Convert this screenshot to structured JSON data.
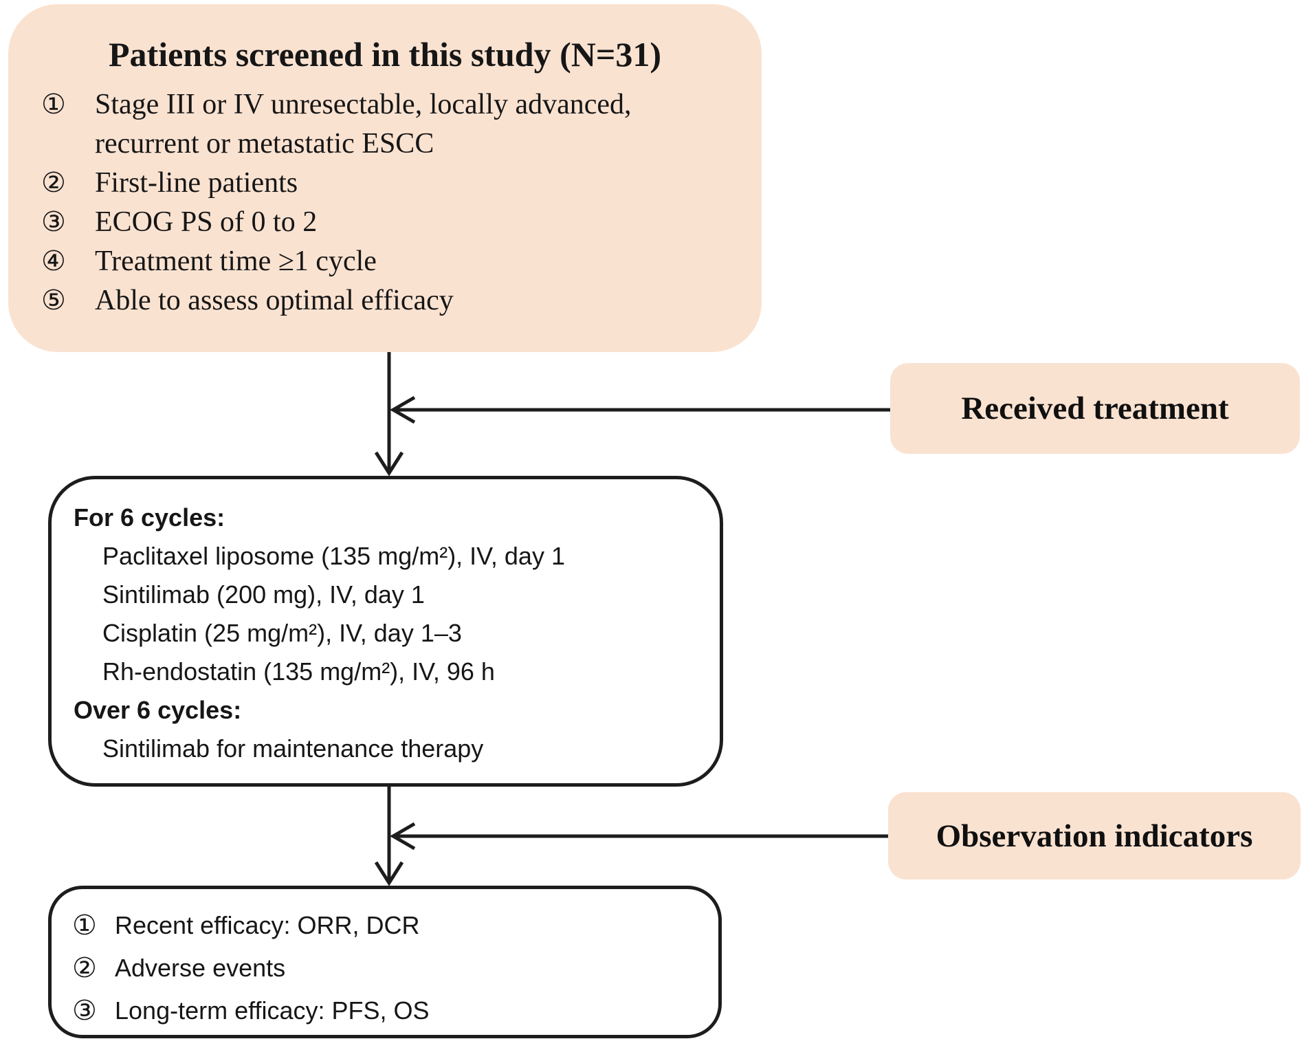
{
  "colors": {
    "box_fill": "#fae2d1",
    "line": "#1d1d1d",
    "text": "#161616"
  },
  "screening_box": {
    "title": "Patients screened in this study (N=31)",
    "items": [
      {
        "marker": "①",
        "text": "Stage III or IV unresectable, locally advanced, recurrent or metastatic ESCC"
      },
      {
        "marker": "②",
        "text": "First-line patients"
      },
      {
        "marker": "③",
        "text": "ECOG PS of 0 to 2"
      },
      {
        "marker": "④",
        "text": "Treatment time ≥1 cycle"
      },
      {
        "marker": "⑤",
        "text": "Able to assess optimal efficacy"
      }
    ]
  },
  "side_labels": {
    "received_treatment": "Received treatment",
    "observation_indicators": "Observation indicators"
  },
  "treatment_box": {
    "sections": [
      {
        "heading": "For 6 cycles:",
        "items": [
          "Paclitaxel liposome (135 mg/m²), IV, day 1",
          "Sintilimab (200 mg), IV, day 1",
          "Cisplatin (25 mg/m²), IV, day 1–3",
          "Rh-endostatin (135 mg/m²), IV, 96 h"
        ]
      },
      {
        "heading": "Over 6 cycles:",
        "items": [
          "Sintilimab for maintenance therapy"
        ]
      }
    ]
  },
  "indicators_box": {
    "items": [
      {
        "marker": "①",
        "text": "Recent efficacy: ORR, DCR"
      },
      {
        "marker": "②",
        "text": "Adverse events"
      },
      {
        "marker": "③",
        "text": "Long-term efficacy: PFS, OS"
      }
    ]
  }
}
